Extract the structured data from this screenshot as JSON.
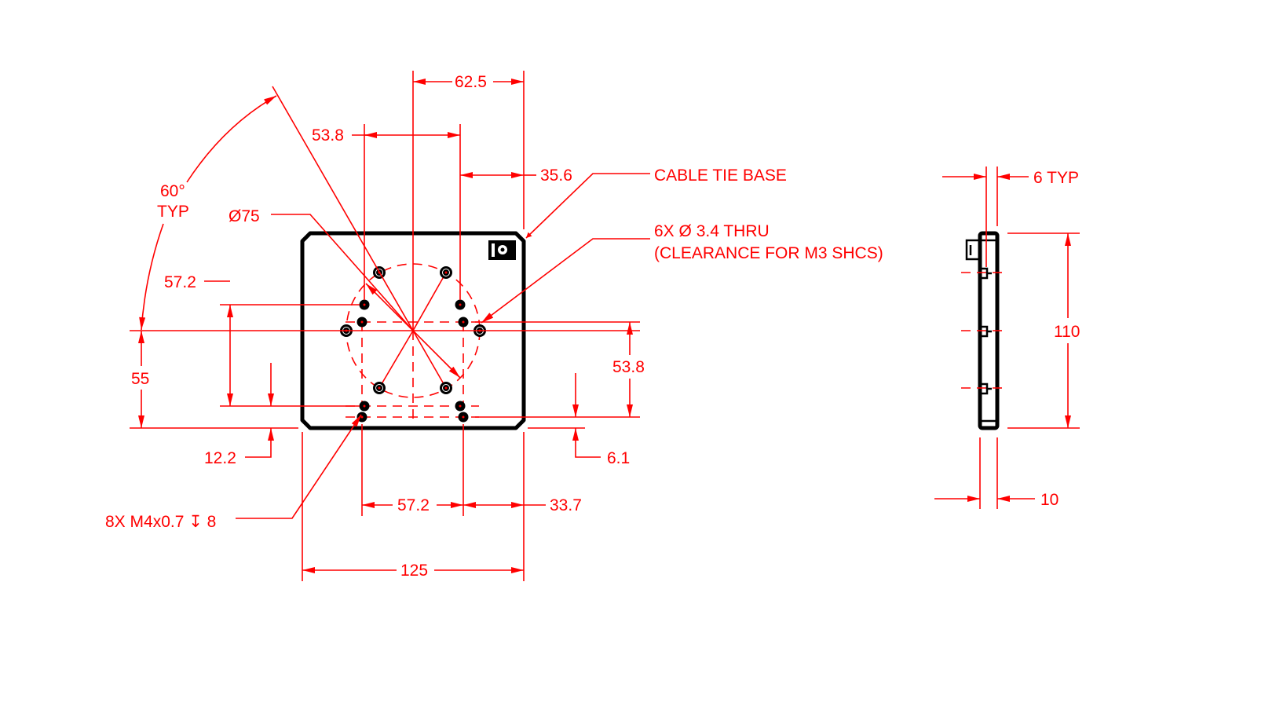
{
  "title": "Mounting plate drawing",
  "colors": {
    "dimension": "#ff0000",
    "outline": "#000000"
  },
  "front_view": {
    "dim_top_62_5": "62.5",
    "dim_top_53_8": "53.8",
    "dim_top_35_6": "35.6",
    "cable_tie_label": "CABLE TIE BASE",
    "holes_label_1": "6X Ø 3.4 THRU",
    "holes_label_2": "(CLEARANCE FOR M3 SHCS)",
    "bolt_circle": "Ø75",
    "angle_1": "60°",
    "angle_2": "TYP",
    "dim_left_57_2": "57.2",
    "dim_left_55": "55",
    "dim_left_12_2": "12.2",
    "dim_right_53_8": "53.8",
    "dim_right_6_1": "6.1",
    "dim_bottom_57_2": "57.2",
    "dim_bottom_33_7": "33.7",
    "tapped_holes": "8X M4x0.7 ↧ 8",
    "dim_width_125": "125"
  },
  "side_view": {
    "dim_6_typ": "6 TYP",
    "dim_110": "110",
    "dim_10": "10"
  }
}
